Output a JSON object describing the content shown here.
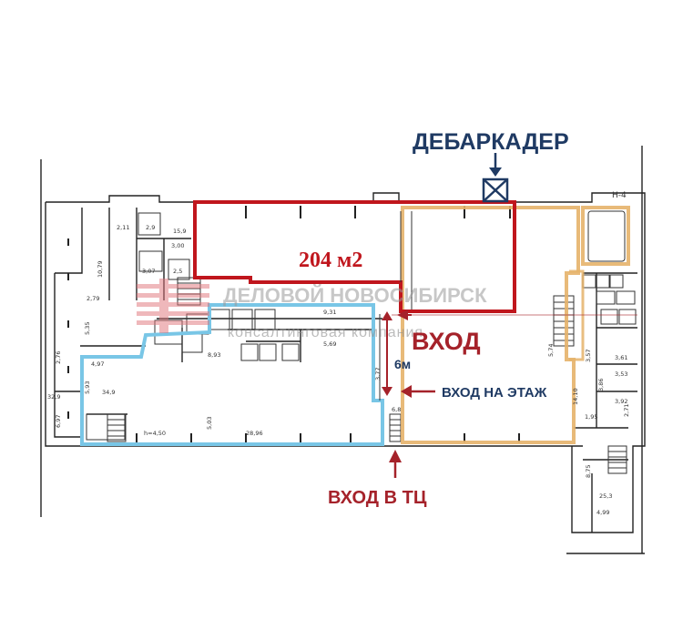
{
  "labels": {
    "dock": "ДЕБАРКАДЕР",
    "area": "204 м2",
    "entrance": "ВХОД",
    "distance": "6м",
    "floor_entrance": "ВХОД НА ЭТАЖ",
    "mall_entrance": "ВХОД В ТЦ",
    "stair_tag": "Н-4"
  },
  "watermark": {
    "title": "ДЕЛОВОЙ НОВОСИБИРСК",
    "subtitle": "консалтинговая компания"
  },
  "dims": {
    "d1": "2,11",
    "d2": "2,9",
    "d3": "15,9",
    "d4": "3,00",
    "d5": "2,79",
    "d6": "10,79",
    "d7": "5,35",
    "d8": "4,97",
    "d9": "5,93",
    "d10": "34,9",
    "d11": "h=4,50",
    "d12": "5,03",
    "d13": "28,96",
    "d14": "8,93",
    "d15": "5,69",
    "d16": "9,31",
    "d17": "3,77",
    "d18": "6,8",
    "d19": "5,74",
    "d20": "14,10",
    "d21": "1,95",
    "d22": "3,57",
    "d23": "3,61",
    "d24": "3,53",
    "d25": "3,86",
    "d26": "3,92",
    "d27": "2,71",
    "d28": "8,75",
    "d29": "25,3",
    "d30": "4,99",
    "d31": "32,9",
    "d32": "2,76",
    "d33": "6,97",
    "d34": "3,07",
    "d35": "2,5"
  },
  "colors": {
    "red_zone": "#c0161d",
    "blue_zone": "#79c6e6",
    "orange_zone": "#e5b36a",
    "label_dark": "#1f3a63",
    "label_red": "#a5222a"
  }
}
